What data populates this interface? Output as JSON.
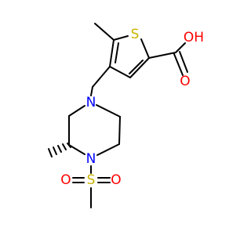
{
  "molecule": {
    "atoms": {
      "sulfur_thiophene": {
        "text": "S",
        "color": "#C8B400"
      },
      "oxygen_hydroxyl": {
        "text": "OH",
        "color": "#FF0000"
      },
      "oxygen_carbonyl": {
        "text": "O",
        "color": "#FF0000"
      },
      "nitrogen_upper": {
        "text": "N",
        "color": "#0000FF"
      },
      "nitrogen_lower": {
        "text": "N",
        "color": "#0000FF"
      },
      "sulfur_sulfonyl": {
        "text": "S",
        "color": "#C8B400"
      },
      "oxygen_sulfonyl_left": {
        "text": "O",
        "color": "#FF0000"
      },
      "oxygen_sulfonyl_right": {
        "text": "O",
        "color": "#FF0000"
      }
    },
    "bond_color": "#000000",
    "background": "#FFFFFF"
  }
}
